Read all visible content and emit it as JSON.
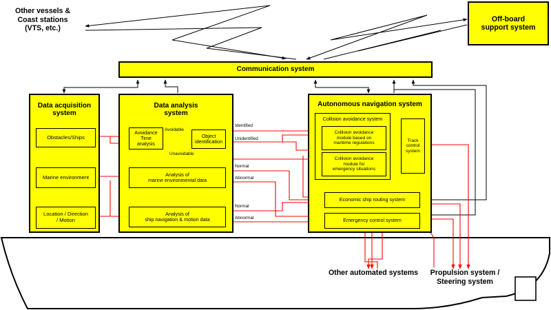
{
  "external": {
    "vessels": "Other vessels &\nCoast stations\n(VTS, etc.)",
    "offboard": "Off-board\nsupport system",
    "other_systems": "Other automated systems",
    "propulsion": "Propulsion system /\nSteering system"
  },
  "communication": "Communication system",
  "acquisition": {
    "title": "Data acquisition\nsystem",
    "obstacles": "Obstacles/Ships",
    "marine": "Marine environment",
    "location": "Location / Direction\n/ Motion"
  },
  "analysis": {
    "title": "Data analysis\nsystem",
    "avoidance_time": "Avoidance\nTime\nanalysis",
    "object_id": "Object\nidentification",
    "marine_data": "Analysis of\nmarine environmental data",
    "nav_data": "Analysis of\nship navigation & motion data"
  },
  "navigation": {
    "title": "Autonomous navigation system",
    "collision_title": "Collision avoidance system",
    "regulations": "Collision avoidance\nmodule based on\nmaritime regulations",
    "emergency_module": "Collision avoidance\nmodule for\nemergency situations",
    "track": "Track\ncontrol\nsystem",
    "routing": "Economic ship routing system",
    "emergency_control": "Emergency control system"
  },
  "tags": {
    "avoidable": "Avoidable",
    "unavoidable": "Unavoidable",
    "identified": "Identified",
    "unidentified": "Unidentified",
    "normal": "Normal",
    "abnormal": "Abnormal"
  },
  "colors": {
    "box": "#ffff00",
    "flow": "#ff0000",
    "link": "#000000"
  }
}
